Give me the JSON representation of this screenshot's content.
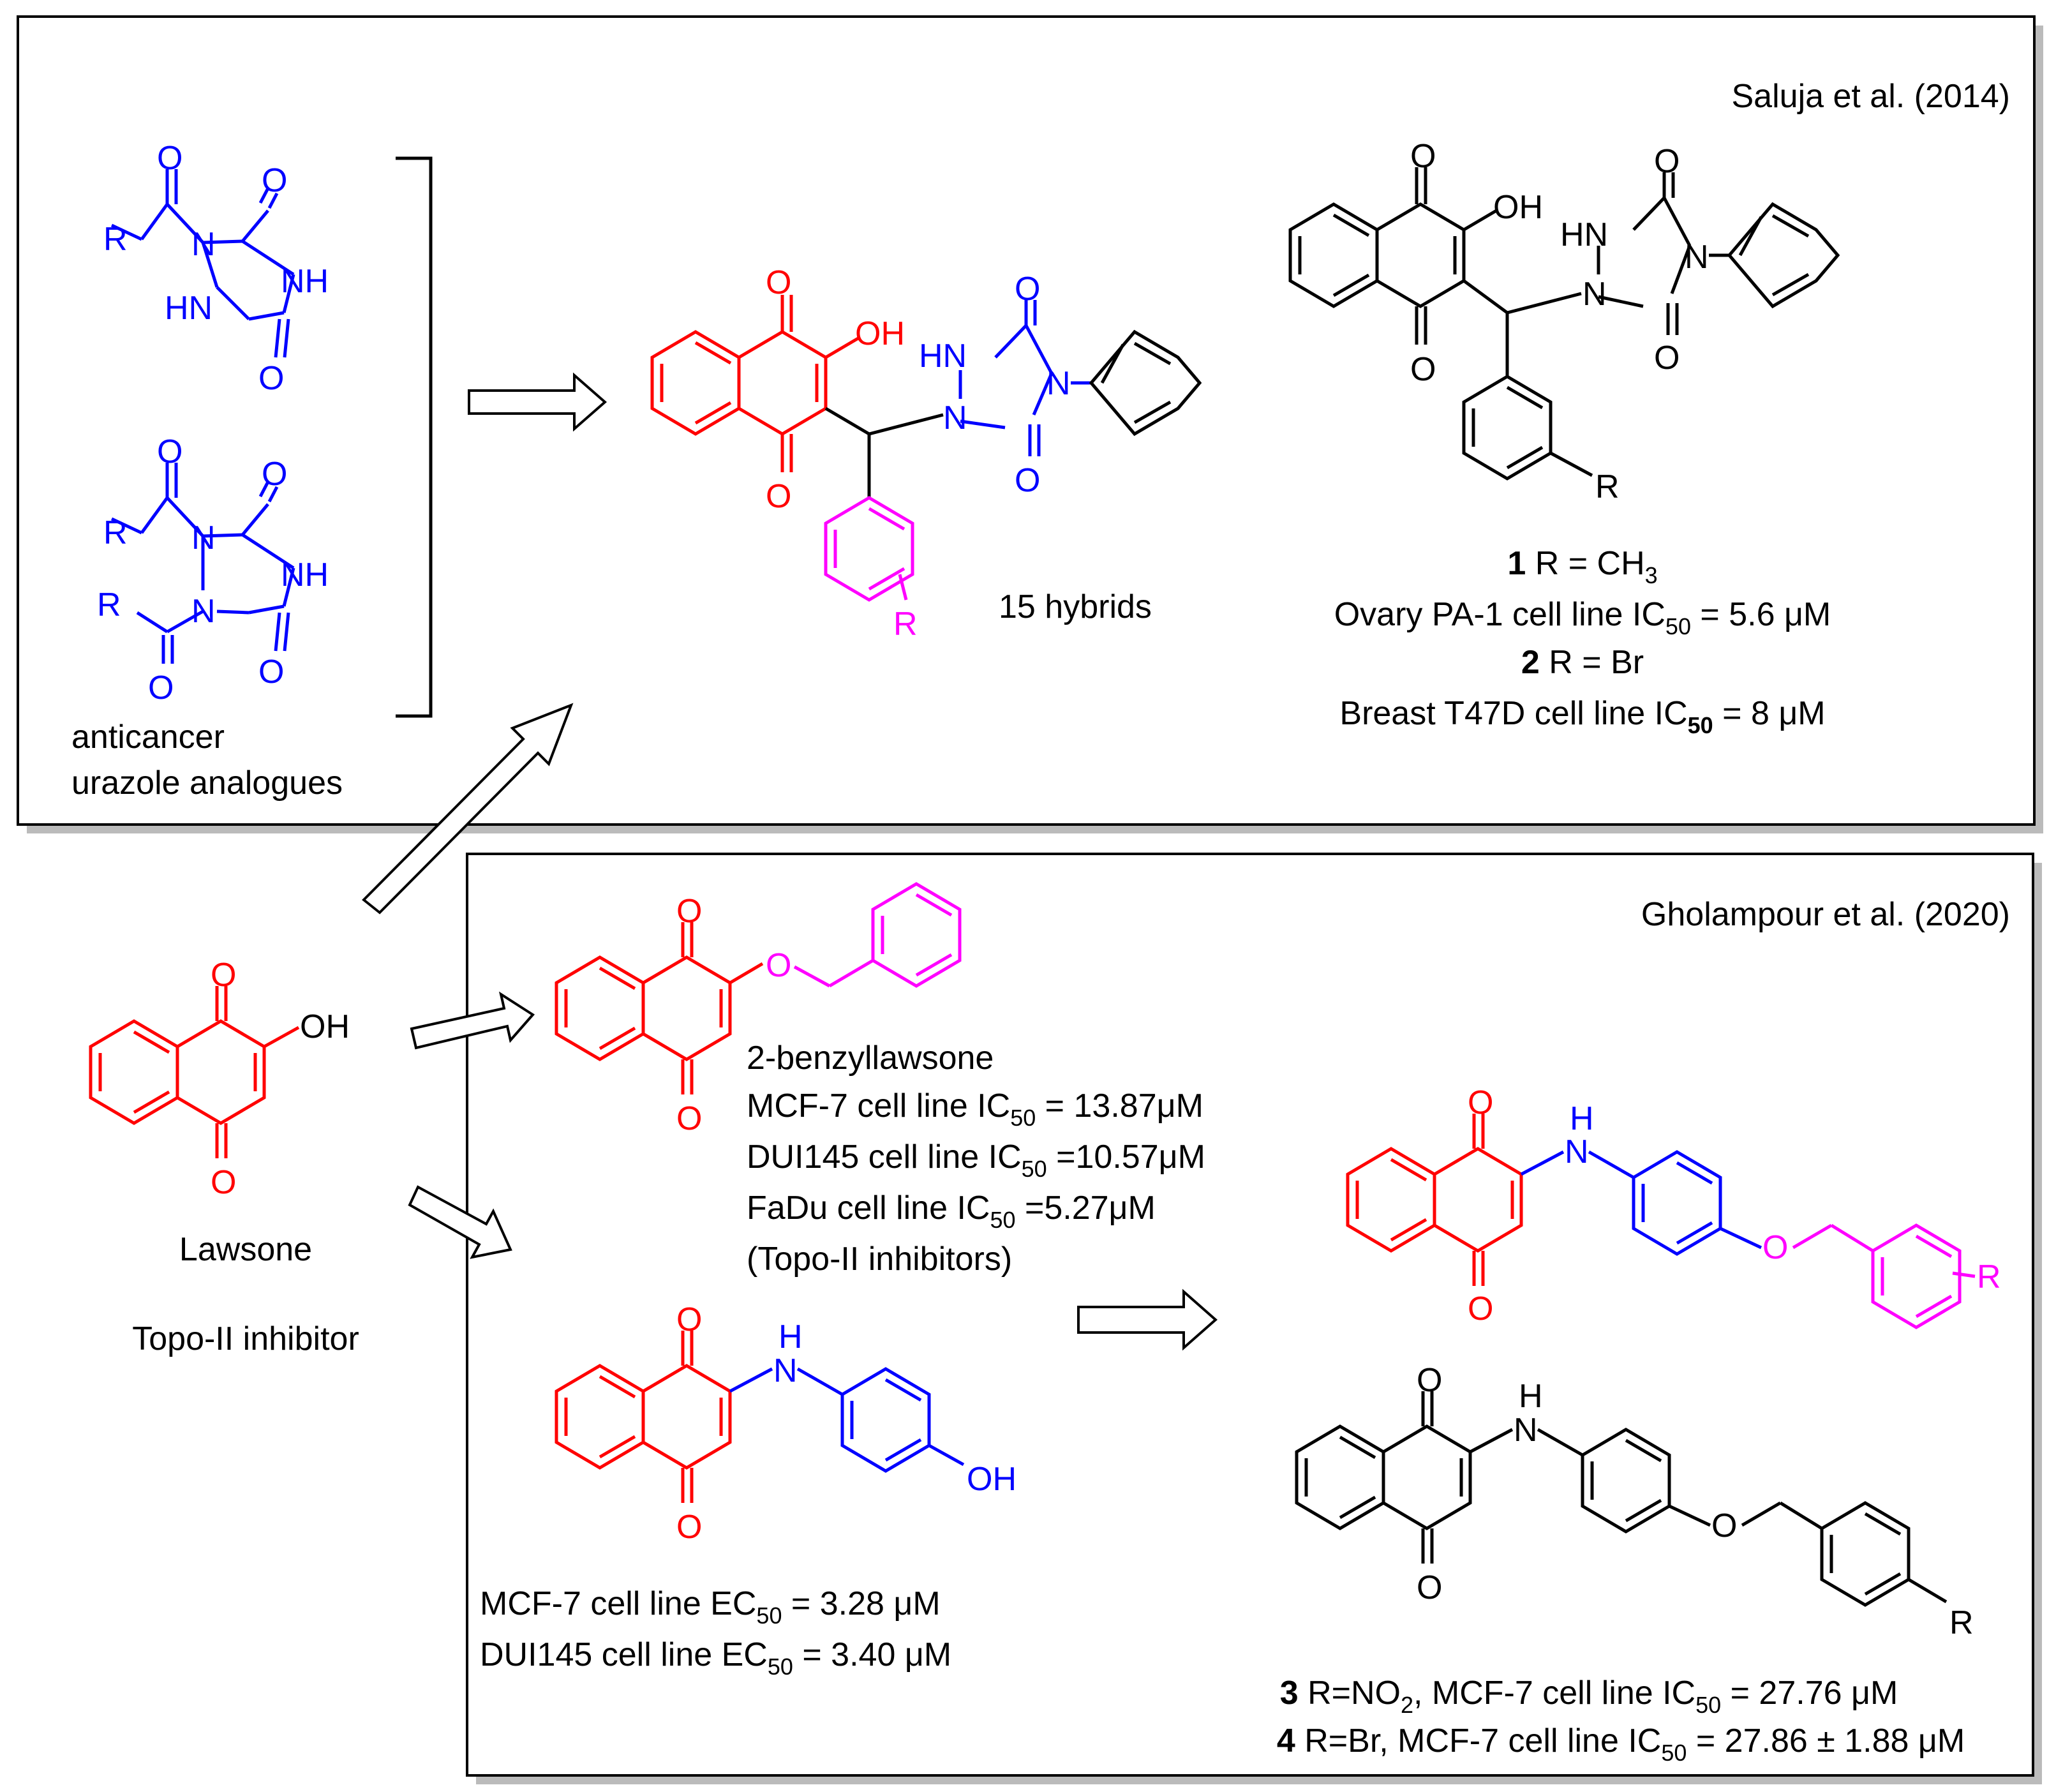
{
  "panel_top": {
    "citation": "Saluja et al. (2014)",
    "urazole_caption_line1": "anticancer",
    "urazole_caption_line2": "urazole analogues",
    "hybrids_label": "15 hybrids",
    "compound1_num": "1",
    "compound1_r": " R = CH",
    "compound1_r_sub": "3",
    "compound1_activity": "Ovary PA-1 cell line IC",
    "compound1_activity_sub": "50",
    "compound1_activity_val": " = 5.6 μM",
    "compound2_num": "2",
    "compound2_r": " R = Br",
    "compound2_activity": "Breast T47D cell line IC",
    "compound2_activity_sub": "50",
    "compound2_activity_val": " = 8 μM"
  },
  "left": {
    "lawsone_name": "Lawsone",
    "lawsone_role": "Topo-II inhibitor"
  },
  "panel_bottom": {
    "citation": "Gholampour et al. (2020)",
    "benzyl_name": "2-benzyllawsone",
    "benzyl_l1": "MCF-7 cell line IC",
    "benzyl_l1_sub": "50",
    "benzyl_l1_val": " = 13.87μM",
    "benzyl_l2": "DUI145 cell line IC",
    "benzyl_l2_sub": "50",
    "benzyl_l2_val": " =10.57μM",
    "benzyl_l3": "FaDu cell line  IC",
    "benzyl_l3_sub": "50",
    "benzyl_l3_val": " =5.27μM",
    "benzyl_l4": "(Topo-II inhibitors)",
    "amino_l1": "MCF-7 cell line EC",
    "amino_l1_sub": "50",
    "amino_l1_val": " = 3.28 μM",
    "amino_l2": "DUI145 cell line EC",
    "amino_l2_sub": "50",
    "amino_l2_val": " = 3.40 μM",
    "compound3_num": "3",
    "compound3_text": " R=NO",
    "compound3_sub": "2",
    "compound3_text2": ", MCF-7 cell line IC",
    "compound3_sub2": "50",
    "compound3_val": " = 27.76 μM",
    "compound4_num": "4",
    "compound4_text": " R=Br, MCF-7 cell line IC",
    "compound4_sub": "50",
    "compound4_val": " = 27.86 ± 1.88 μM"
  },
  "atoms": {
    "O": "O",
    "OH": "OH",
    "NH": "NH",
    "HN": "HN",
    "H": "H",
    "N": "N",
    "R": "R"
  },
  "colors": {
    "naphthoquinone": "#ff0000",
    "urazole_aniline": "#0000ff",
    "benzyl": "#ff00ff",
    "generic": "#000000"
  }
}
